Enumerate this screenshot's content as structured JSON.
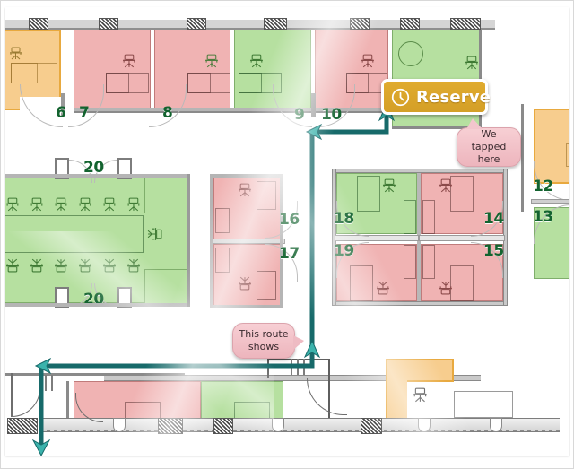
{
  "app": {
    "title": "Floor plan room reservation",
    "theme": {
      "route_color": "#176a6a",
      "route_arrow_color": "#3bb3ac",
      "room_available": "#b6e0a0",
      "room_occupied": "#f0b3b3",
      "room_pending": "#f7cd8e",
      "label_color": "#13632f",
      "button_color": "#dca12a",
      "callout_color": "#f1c2ca"
    }
  },
  "reserve_button": {
    "label": "Reserve",
    "icon": "clock-icon"
  },
  "callouts": [
    {
      "id": "tapped",
      "text": "We tapped here"
    },
    {
      "id": "route",
      "text": "This route shows"
    }
  ],
  "rooms": [
    {
      "number": "6",
      "status": "pending"
    },
    {
      "number": "7",
      "status": "occupied"
    },
    {
      "number": "8",
      "status": "occupied"
    },
    {
      "number": "9",
      "status": "available"
    },
    {
      "number": "10",
      "status": "occupied"
    },
    {
      "number": "12",
      "status": "pending"
    },
    {
      "number": "13",
      "status": "available"
    },
    {
      "number": "14",
      "status": "occupied"
    },
    {
      "number": "15",
      "status": "occupied"
    },
    {
      "number": "16",
      "status": "occupied"
    },
    {
      "number": "17",
      "status": "occupied"
    },
    {
      "number": "18",
      "status": "available"
    },
    {
      "number": "19",
      "status": "occupied"
    },
    {
      "number": "20",
      "status": "available"
    },
    {
      "number": "20",
      "status": "available"
    }
  ],
  "labels": {
    "room6": "6",
    "room7": "7",
    "room8": "8",
    "room9": "9",
    "room10": "10",
    "room12": "12",
    "room13": "13",
    "room14": "14",
    "room15": "15",
    "room16": "16",
    "room17": "17",
    "room18": "18",
    "room19": "19",
    "room20a": "20",
    "room20b": "20"
  }
}
